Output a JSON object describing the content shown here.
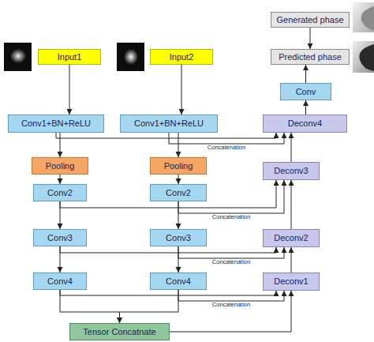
{
  "diagram": {
    "nodes": [
      {
        "text": [
          "Generated phase"
        ]
      },
      {
        "text": [
          "Predicted phase"
        ]
      },
      {
        "text": [
          "Input1"
        ]
      },
      {
        "text": [
          "Input2"
        ]
      },
      {
        "text": [
          "Conv"
        ]
      },
      {
        "text": [
          "Conv1+BN+ReLU"
        ]
      },
      {
        "text": [
          "Conv1+BN+ReLU"
        ]
      },
      {
        "text": [
          "Deconv4"
        ]
      },
      {
        "text": [
          "Pooling"
        ]
      },
      {
        "text": [
          "Pooling"
        ]
      },
      {
        "text": [
          "Conv2"
        ]
      },
      {
        "text": [
          "Conv2"
        ]
      },
      {
        "text": [
          "Deconv3"
        ]
      },
      {
        "text": [
          "Conv3"
        ]
      },
      {
        "text": [
          "Conv3"
        ]
      },
      {
        "text": [
          "Deconv2"
        ]
      },
      {
        "text": [
          "Conv4"
        ]
      },
      {
        "text": [
          "Conv4"
        ]
      },
      {
        "text": [
          "Deconv1"
        ]
      },
      {
        "text": [
          "Tensor Concatnate"
        ]
      }
    ],
    "edges": [
      {
        "from": 0,
        "to": 1,
        "arrow": "to"
      },
      {
        "from": 4,
        "to": 1,
        "arrow": "to"
      },
      {
        "from": 7,
        "to": 4,
        "arrow": "to"
      },
      {
        "from": 2,
        "to": 5,
        "arrow": "to"
      },
      {
        "from": 3,
        "to": 6,
        "arrow": "to"
      },
      {
        "from": 5,
        "to": 8,
        "arrow": "to"
      },
      {
        "from": 6,
        "to": 9,
        "arrow": "to"
      },
      {
        "from": 8,
        "to": 10,
        "arrow": "to"
      },
      {
        "from": 9,
        "to": 11,
        "arrow": "to"
      },
      {
        "from": 10,
        "to": 13,
        "arrow": "to"
      },
      {
        "from": 11,
        "to": 14,
        "arrow": "to"
      },
      {
        "from": 13,
        "to": 16,
        "arrow": "to"
      },
      {
        "from": 14,
        "to": 17,
        "arrow": "to"
      },
      {
        "from": 16,
        "to": 19,
        "arrow": "to"
      },
      {
        "from": 17,
        "to": 19,
        "arrow": "to"
      },
      {
        "from": 19,
        "to": 18,
        "arrow": "to"
      },
      {
        "from": 18,
        "to": 15,
        "arrow": "to"
      },
      {
        "from": 15,
        "to": 12,
        "arrow": "to"
      },
      {
        "from": 12,
        "to": 7,
        "arrow": "to"
      },
      {
        "from": 5,
        "to": 7,
        "arrow": "to"
      },
      {
        "from": 6,
        "to": 7,
        "label": "Concatenation",
        "arrow": "to"
      },
      {
        "from": 10,
        "to": 12,
        "arrow": "to"
      },
      {
        "from": 11,
        "to": 12,
        "label": "Concatenation",
        "arrow": "to"
      },
      {
        "from": 13,
        "to": 15,
        "arrow": "to"
      },
      {
        "from": 14,
        "to": 15,
        "label": "Concatenation",
        "arrow": "to"
      },
      {
        "from": 16,
        "to": 18,
        "arrow": "to"
      },
      {
        "from": 17,
        "to": 18,
        "label": "Concatenation",
        "arrow": "to"
      }
    ]
  }
}
